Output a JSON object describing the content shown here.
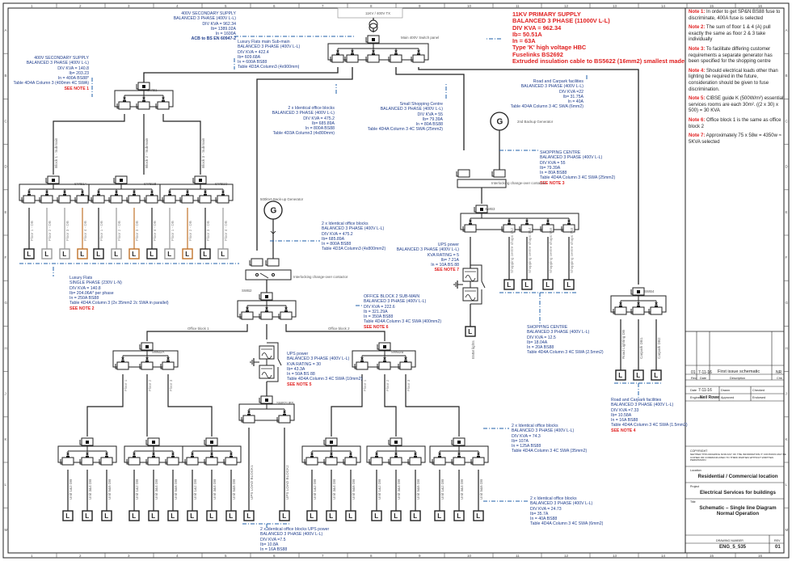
{
  "drawing": {
    "primary_supply": {
      "lines": [
        "11KV PRIMARY SUPPLY",
        "BALANCED  3 PHASE (11000V L-L)",
        "DIV KVA =  962.34",
        "Ib= 50.51A",
        "In = 63A",
        "Type 'K' high voltage HBC",
        "Fuselinks BS2692",
        "Extruded insulation cable to BS5622 (16mm2) smallest made"
      ]
    },
    "transformer_label": "11KV / 400V TX",
    "main_switch_panel": "Main 400V Switch panel",
    "secondary_supply_main": {
      "lines": [
        "400V SECONDARY SUPPLY",
        "BALANCED  3 PHASE (400V L-L)",
        "DIV KVA =  962.34",
        "Ib= 1389.02A",
        "In = 1600A",
        "ACB to BS EN 60947-2"
      ]
    },
    "luxury_submain": {
      "lines": [
        "Luxury Flats main Sub-main",
        "BALANCED  3 PHASE (400V L-L)",
        "DIV KVA = 422.4",
        "Ib= 609.68A",
        "In = 600A BS88",
        "Table 4D3A Column3 (4x900mm)"
      ]
    },
    "secondary_supply_flats": {
      "lines": [
        "400V SECONDARY SUPPLY",
        "BALANCED  3 PHASE (400V L-L)",
        "DIV KVA = 140.8",
        "Ib= 203.23",
        "In = 400A BS88*",
        "Table 4D4A Column 3 (400mm 4C SWA)"
      ],
      "note": "SEE NOTE 1"
    },
    "office_blocks_main": {
      "lines": [
        "2 x Identical office blocks",
        "BALANCED  3 PHASE (400V L-L)",
        "DIV KVA = 475.2",
        "Ib= 685.89A",
        "In = 800A BS88",
        "Table 4D3A Column3 (4x800mm)"
      ]
    },
    "small_shopping": {
      "lines": [
        "Small Shopping Centre",
        "BALANCED  3 PHASE (400V L-L)",
        "DIV KVA = 55",
        "Ib= 79.39A",
        "In = 80A BS88",
        "Table 4D4A Column 3 4C SWA (25mm2)"
      ]
    },
    "road_carpark_top": {
      "lines": [
        "Road and Carpark facilities",
        "BALANCED  3 PHASE (400V L-L)",
        "DIV KVA =22",
        "Ib= 31.75A",
        "In = 40A",
        "Table 4D4A Column 3 4C SWA (6mm2)"
      ]
    },
    "backup_gen_2": "2nd Backup Generator",
    "shopping_centre_1": {
      "lines": [
        "SHOPPING CENTRE",
        "BALANCED  3 PHASE (400V L-L)",
        "DIV KVA = 55",
        "Ib= 79.39A",
        "In = 80A BS88",
        "Table 4D4A Column 3 4C SWA (25mm2)"
      ],
      "note": "SEE NOTE 3"
    },
    "interlock_label": "Interlocking change-over contactor",
    "backup_gen_500": "500kVA Back-up Generator",
    "office_blocks_gen": {
      "lines": [
        "2 x Identical office blocks",
        "BALANCED  3 PHASE (400V L-L)",
        "DIV KVA = 475.2",
        "Ib= 685.89A",
        "In = 800A BS88",
        "Table 4D3A Column3 (4x800mm2)"
      ]
    },
    "luxury_flats": {
      "lines": [
        "Luxury Flats",
        "SINGLE PHASE (230V L-N)",
        "DIV KVA = 140.8",
        "Ib= 204.06A* per phase",
        "In = 250A BS88",
        "Table 4D4A Column 3 (2x 35mm2 2c SWA in parallel)"
      ],
      "note": "SEE NOTE 2"
    },
    "ups_shopping": {
      "lines": [
        "UPS power",
        "BALANCED  3 PHASE (400V L-L)",
        "KVA RATING = 5",
        "Ib= 7.21A",
        "In = 10A BS 88"
      ],
      "note": "SEE NOTE 7"
    },
    "office_block2_submain": {
      "lines": [
        "OFFICE BLOCK  2 SUB-MAIN",
        "BALANCED 3 PHASE (400V L-L)",
        "DIV KVA = 222.6",
        "Ib = 321.29A",
        "In = 350A BS88",
        "Table 4D4A Column 3 4C SWA (400mm2)"
      ],
      "note": "SEE NOTE 6"
    },
    "shopping_centre_2": {
      "lines": [
        "SHOPPING CENTRE",
        "BALANCED  3 PHASE (400V L-L)",
        "DIV KVA = 12.5",
        "Ib= 18.04A",
        "In = 20A BS88",
        "Table 4D4A Column 3 4C SWA (2.5mm2)"
      ]
    },
    "ups_office": {
      "lines": [
        "UPS power",
        "BALANCED  3 PHASE (400V L-L)",
        "KVA RATING = 30",
        "Ib= 43.3A",
        "In = 50A BS 88",
        "Table 4D4A Column 3 4C SWA (10mm2)"
      ],
      "note": "SEE NOTE 5"
    },
    "road_carpark_bottom": {
      "lines": [
        "Road and Carpark facilities",
        "BALANCED  3 PHASE (400V L-L)",
        "DIV KVA =7.33",
        "Ib= 10.58A",
        "In = 16A BS88",
        "Table 4D4A Column 3 4C SWA (1.5mm2)"
      ],
      "note": "SEE NOTE 4"
    },
    "office_units": {
      "lines": [
        "2 x Identical office blocks",
        "BALANCED  3 PHASE (400V L-L)",
        "DIV KVA = 74.3",
        "Ib= 107A",
        "In = 125A BS88",
        "Table 4D4A Column 3 4C SWA (35mm2)"
      ]
    },
    "office_ups_loads": {
      "lines": [
        "2 x Identical office blocks",
        "BALANCED  3 PHASE (400V L-L)",
        "DIV KVA = 24.73",
        "Ib= 35.7A",
        "In = 40A BS88",
        "Table 4D4A Column 3 4C SWA (6mm2)"
      ]
    },
    "office_ups_power": {
      "lines": [
        "2 x Identical office blocks UPS power",
        "BALANCED  3 PHASE (400V L-L)",
        "DIV KVA =7.5",
        "Ib= 10.8A",
        "In = 16A BS88"
      ]
    },
    "switchboards": {
      "swb1": "SWB1",
      "swb1a": "SWB1A",
      "swb1b": "SWB1B",
      "swb1c": "SWB1C",
      "swb2": "SWB2",
      "swb2a": "SWB2A",
      "swb2b": "SWB2B",
      "swb2ups": "SWB2UPS",
      "swb3": "SWB3",
      "swb4": "SWB4"
    },
    "feeders": {
      "block1": "Block 1 - Submain",
      "block2": "Block 2 - Submain",
      "block3": "Block 3 - Submain",
      "office1": "Office block 1",
      "office2": "Office block 2",
      "floors_flat": [
        "Floor 1 - DB",
        "Floor 2 - DB",
        "Floor 3 - DB",
        "Floor 4 - DB"
      ],
      "floors_office": [
        "Floor 1",
        "Floor 2",
        "Floor 3"
      ],
      "units": [
        "Unit 1&2 DB",
        "Unit 3&4 DB",
        "Unit 5&6 DB"
      ],
      "shops": [
        "Shopping centre shops 1&2",
        "Shopping centre shops 3&4",
        "Shopping centre shops 5&6",
        "Shopping centre shops 7&8"
      ],
      "emm": "EMM lights",
      "ups_load_1": "UPS LOAD BLOCK1",
      "ups_load_2": "UPS LOAD BLOCK2",
      "road": [
        "Road Lighting DB",
        "Carpark DB1",
        "Carpark DB2"
      ],
      "load_symbol": "L",
      "gen_symbol": "G"
    }
  },
  "notes": [
    {
      "label": "Note 1:",
      "text": " In order to get SP&N BS88 fuse to discriminate, 400A fuse is selected"
    },
    {
      "label": "Note 2:",
      "text": " The sum of floor 1 & 4 (A) pull exactly the same as floor 2 & 3 take individually"
    },
    {
      "label": "Note 3:",
      "text": " To facilitate differing customer requirements a separate generator has been specified for the shopping centre"
    },
    {
      "label": "Note 4:",
      "text": " Should electrical loads other than lighting be required in the future, consideration should be given to fuse discrimination."
    },
    {
      "label": "Note 5:",
      "text": " CIBSE guide K (500W/m²) essential services rooms are each 30m². ((2 x 30) x 500) = 30 KVA"
    },
    {
      "label": "Note 6:",
      "text": " Office block 1 is the same as office block 2"
    },
    {
      "label": "Note 7:",
      "text": " Approximately 75 x 58w = 4350w ≈ 5KVA selected"
    }
  ],
  "title_block": {
    "rev_row": {
      "rev": "01",
      "date": "7-11-16",
      "description": "First issue schematic",
      "chk": "NR"
    },
    "rev_headers": {
      "rev": "Rev",
      "date": "Date",
      "description": "Description",
      "chk": "Chk"
    },
    "date_label": "Date",
    "date_value": "7-11-16",
    "drawn_label": "Drawn",
    "checked_label": "Checked",
    "engineer_label": "Engineer",
    "engineer_value": "Neil Rowe",
    "approved_label": "Approved",
    "endorsed_label": "Endorsed",
    "copyright_label": "COPYRIGHT",
    "copyright_text": "NEITHER THIS DRAWING NOR ANY OF THE INFORMATION IT CONTAINS MAY BE COPIED OR COMMUNICATED TO THIRD PARTIES WITHOUT WRITTEN PERMISSION",
    "location_label": "Location",
    "location": "Residential  / Commercial location",
    "project_label": "Project",
    "project": "Electrical Services for buildings",
    "title_label": "Title",
    "title_line1": "Schematic – Single line Diagram",
    "title_line2": "Normal Operation",
    "drawing_number_label": "DRAWING NUMBER",
    "drawing_number": "ENG_5_535",
    "rev_label": "REV",
    "rev_value": "01"
  },
  "border": {
    "columns": [
      "1",
      "2",
      "3",
      "4",
      "5",
      "6",
      "7",
      "8",
      "9",
      "10",
      "11",
      "12",
      "13",
      "14",
      "15",
      "16"
    ],
    "rows": [
      "A",
      "B",
      "C",
      "D",
      "E",
      "F",
      "G",
      "H",
      "J",
      "K",
      "L",
      "M"
    ]
  },
  "colors": {
    "cable": "#222222",
    "annotation": "#1f3d8c",
    "warning": "#e02020",
    "feeder_grey": "#9a9a9a",
    "feeder_orange": "#c0732a",
    "dashdot": "#1f5fa8"
  }
}
